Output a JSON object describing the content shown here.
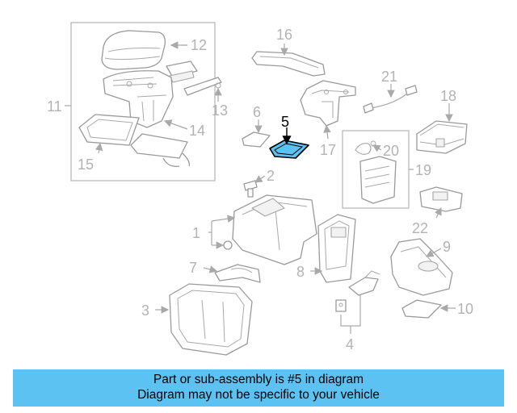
{
  "callouts": {
    "n1": "1",
    "n2": "2",
    "n3": "3",
    "n4": "4",
    "n5": "5",
    "n6": "6",
    "n7": "7",
    "n8": "8",
    "n9": "9",
    "n10": "10",
    "n11": "11",
    "n12": "12",
    "n13": "13",
    "n14": "14",
    "n15": "15",
    "n16": "16",
    "n17": "17",
    "n18": "18",
    "n19": "19",
    "n20": "20",
    "n21": "21",
    "n22": "22"
  },
  "highlight": {
    "part": "5",
    "color": "#5bc2f2"
  },
  "banner": {
    "line1": "Part or sub-assembly is #5 in diagram",
    "line2": "Diagram may not be specific to your vehicle",
    "color": "#5bc2f2"
  }
}
